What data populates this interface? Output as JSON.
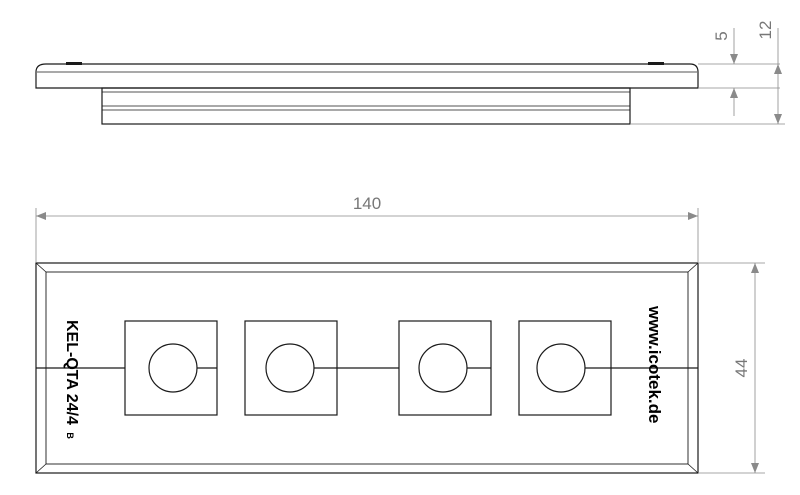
{
  "dimensions": {
    "length": "140",
    "width": "44",
    "total_height": "12",
    "flange_height": "5"
  },
  "markings": {
    "model": "KEL-QTA 24/4",
    "model_suffix": "B",
    "website": "www.icotek.de"
  },
  "colors": {
    "outline": "#1a1a1a",
    "dimension": "#8a8a8a",
    "dimension_text": "#777777"
  }
}
